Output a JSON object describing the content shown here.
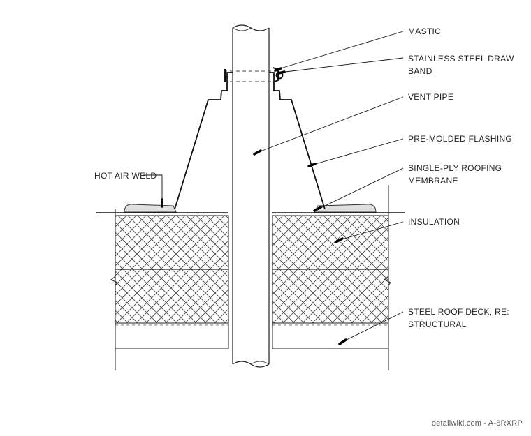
{
  "labels": {
    "mastic": "MASTIC",
    "draw_band_line1": "STAINLESS STEEL DRAW",
    "draw_band_line2": "BAND",
    "vent_pipe": "VENT PIPE",
    "flashing": "PRE-MOLDED FLASHING",
    "membrane_line1": "SINGLE-PLY ROOFING",
    "membrane_line2": "MEMBRANE",
    "insulation": "INSULATION",
    "deck_line1": "STEEL ROOF DECK, RE:",
    "deck_line2": "STRUCTURAL",
    "weld": "HOT AIR WELD"
  },
  "credit": "detailwiki.com - A-8RXRP"
}
